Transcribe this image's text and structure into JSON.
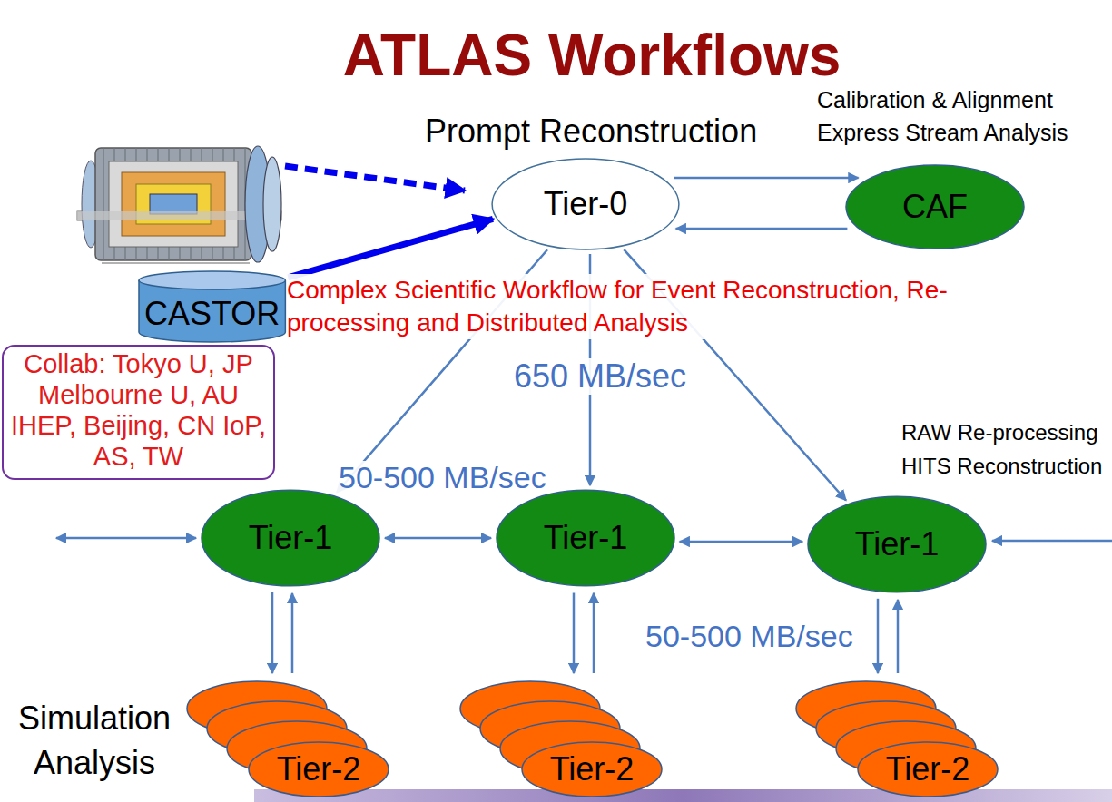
{
  "diagram": {
    "title": "ATLAS Workflows",
    "nodes": [
      {
        "text": [
          "Tier-0"
        ]
      },
      {
        "text": [
          "CAF"
        ]
      },
      {
        "text": [
          "CASTOR"
        ]
      },
      {
        "text": [
          "Collab: Tokyo U, JP Melbourne U, AU IHEP, Beijing, CN IoP, AS, TW"
        ]
      },
      {
        "text": [
          "Tier-1"
        ]
      },
      {
        "text": [
          "Tier-1"
        ]
      },
      {
        "text": [
          "Tier-1"
        ]
      },
      {
        "text": [
          "Tier-2"
        ]
      },
      {
        "text": [
          "Tier-2"
        ]
      },
      {
        "text": [
          "Tier-2"
        ]
      }
    ],
    "edges": [
      {
        "from": 0,
        "to": 1,
        "arrow": "to"
      },
      {
        "from": 1,
        "to": 0,
        "arrow": "to"
      },
      {
        "from": 2,
        "to": 0,
        "arrow": "to"
      },
      {
        "from": 0,
        "to": 4,
        "arrow": "to",
        "label": "50-500 MB/sec"
      },
      {
        "from": 0,
        "to": 5,
        "arrow": "to",
        "label": "650 MB/sec"
      },
      {
        "from": 0,
        "to": 6,
        "arrow": "to"
      },
      {
        "from": 4,
        "to": 5,
        "arrow": "both"
      },
      {
        "from": 5,
        "to": 6,
        "arrow": "both"
      },
      {
        "from": 4,
        "to": 7,
        "arrow": "to"
      },
      {
        "from": 7,
        "to": 4,
        "arrow": "to"
      },
      {
        "from": 5,
        "to": 8,
        "arrow": "to"
      },
      {
        "from": 8,
        "to": 5,
        "arrow": "to"
      },
      {
        "from": 6,
        "to": 9,
        "arrow": "to",
        "label": "50-500 MB/sec"
      },
      {
        "from": 9,
        "to": 6,
        "arrow": "to"
      }
    ],
    "labels": [
      "Prompt Reconstruction",
      "Calibration & Alignment Express Stream Analysis",
      "Complex Scientific Workflow for Event Reconstruction, Re-processing and Distributed Analysis",
      "RAW Re-processing HITS Reconstruction",
      "Simulation Analysis"
    ]
  }
}
